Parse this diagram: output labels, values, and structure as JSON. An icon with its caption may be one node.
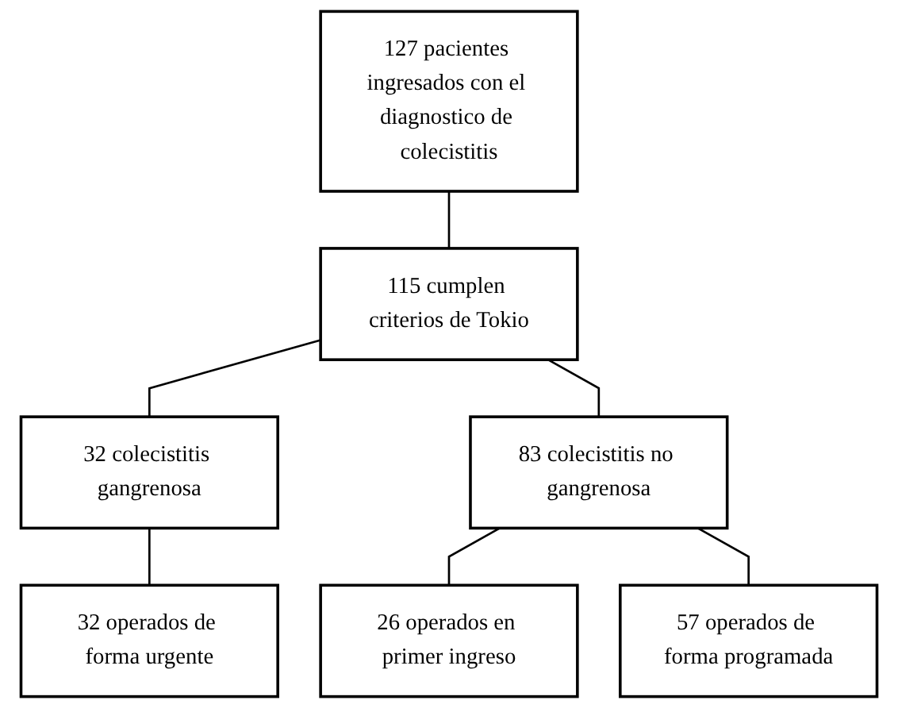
{
  "diagram": {
    "nodes": [
      {
        "text": [
          "127 pacientes ingresados con el diagnostico de colecistitis"
        ]
      },
      {
        "text": [
          "115 cumplen criterios de Tokio"
        ]
      },
      {
        "text": [
          "32 colecistitis gangrenosa"
        ]
      },
      {
        "text": [
          "83 colecistitis no gangrenosa"
        ]
      },
      {
        "text": [
          "32 operados de forma urgente"
        ]
      },
      {
        "text": [
          "26 operados en primer ingreso"
        ]
      },
      {
        "text": [
          "57 operados de forma programada"
        ]
      }
    ],
    "edges": [
      {
        "from": 0,
        "to": 1,
        "arrow": "none"
      },
      {
        "from": 1,
        "to": 2,
        "arrow": "none"
      },
      {
        "from": 1,
        "to": 3,
        "arrow": "none"
      },
      {
        "from": 2,
        "to": 4,
        "arrow": "none"
      },
      {
        "from": 3,
        "to": 5,
        "arrow": "none"
      },
      {
        "from": 3,
        "to": 6,
        "arrow": "none"
      }
    ]
  }
}
